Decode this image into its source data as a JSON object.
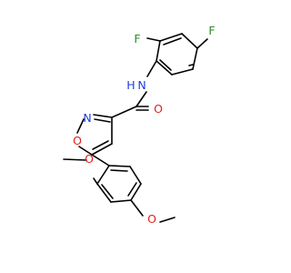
{
  "colors": {
    "bond": "#000000",
    "carbon": "#000000",
    "nitrogen": "#1f3fd6",
    "oxygen": "#e02020",
    "fluorine": "#2c8a2c"
  },
  "atoms": [
    {
      "id": "F1",
      "element": "F",
      "label": "F"
    },
    {
      "id": "F2",
      "element": "F",
      "label": "F"
    },
    {
      "id": "N_amide",
      "element": "N",
      "label": "N"
    },
    {
      "id": "H_amide",
      "element": "H",
      "label": "H"
    },
    {
      "id": "O_carbonyl",
      "element": "O",
      "label": "O"
    },
    {
      "id": "N_ring",
      "element": "N",
      "label": "N"
    },
    {
      "id": "O_ring",
      "element": "O",
      "label": "O"
    },
    {
      "id": "O_methoxy1",
      "element": "O",
      "label": "O"
    },
    {
      "id": "O_methoxy2",
      "element": "O",
      "label": "O"
    }
  ]
}
